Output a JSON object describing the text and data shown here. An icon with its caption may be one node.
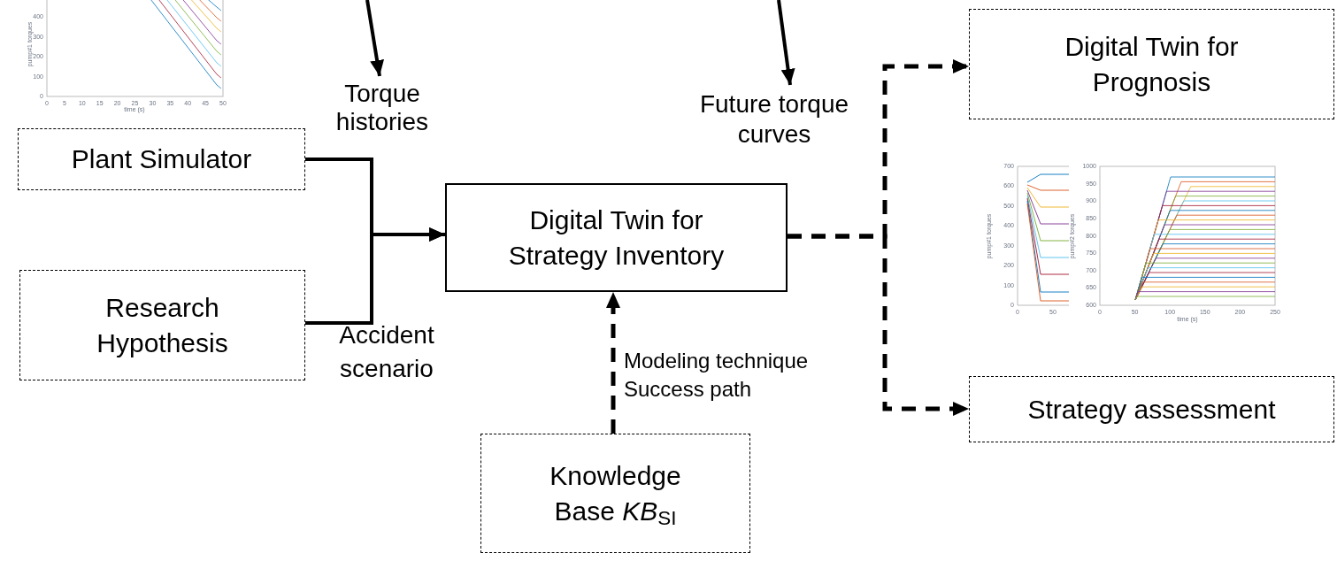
{
  "diagram": {
    "nodes": [
      {
        "text": [
          "Torque histories"
        ]
      },
      {
        "text": [
          "Future torque curves"
        ]
      },
      {
        "text": [
          "Plant Simulator"
        ]
      },
      {
        "text": [
          "Research Hypothesis"
        ]
      },
      {
        "text": [
          "Digital Twin for Strategy Inventory"
        ]
      },
      {
        "text": [
          "Digital Twin for Prognosis"
        ]
      },
      {
        "text": [
          "Strategy assessment"
        ]
      },
      {
        "text": [
          "Knowledge Base *KB*$_{SI}$"
        ]
      }
    ],
    "edges": [
      {
        "from": null,
        "to": 0,
        "arrow": "to"
      },
      {
        "from": null,
        "to": 1,
        "arrow": "to"
      },
      {
        "from": 2,
        "to": 4,
        "arrow": "to"
      },
      {
        "from": 3,
        "to": 4,
        "arrow": "to"
      },
      {
        "from": 4,
        "to": 5,
        "arrow": "to",
        "style": "dashed"
      },
      {
        "from": 4,
        "to": 6,
        "arrow": "to",
        "style": "dashed"
      },
      {
        "from": 7,
        "to": 4,
        "arrow": "to",
        "style": "dashed"
      }
    ],
    "labels": [
      "Accident scenario",
      "Modeling technique",
      "Success path",
      "400",
      "300",
      "200",
      "100",
      "0",
      "0",
      "5",
      "10",
      "15",
      "20",
      "25",
      "30",
      "35",
      "40",
      "45",
      "50",
      "time (s)",
      "pump#1 torques",
      "700",
      "600",
      "500",
      "400",
      "300",
      "200",
      "100",
      "0",
      "0",
      "50",
      "pump#1 torques",
      "1000",
      "950",
      "900",
      "850",
      "800",
      "750",
      "700",
      "650",
      "600",
      "0",
      "50",
      "100",
      "150",
      "200",
      "250",
      "time (s)",
      "pump#2 torques"
    ]
  }
}
